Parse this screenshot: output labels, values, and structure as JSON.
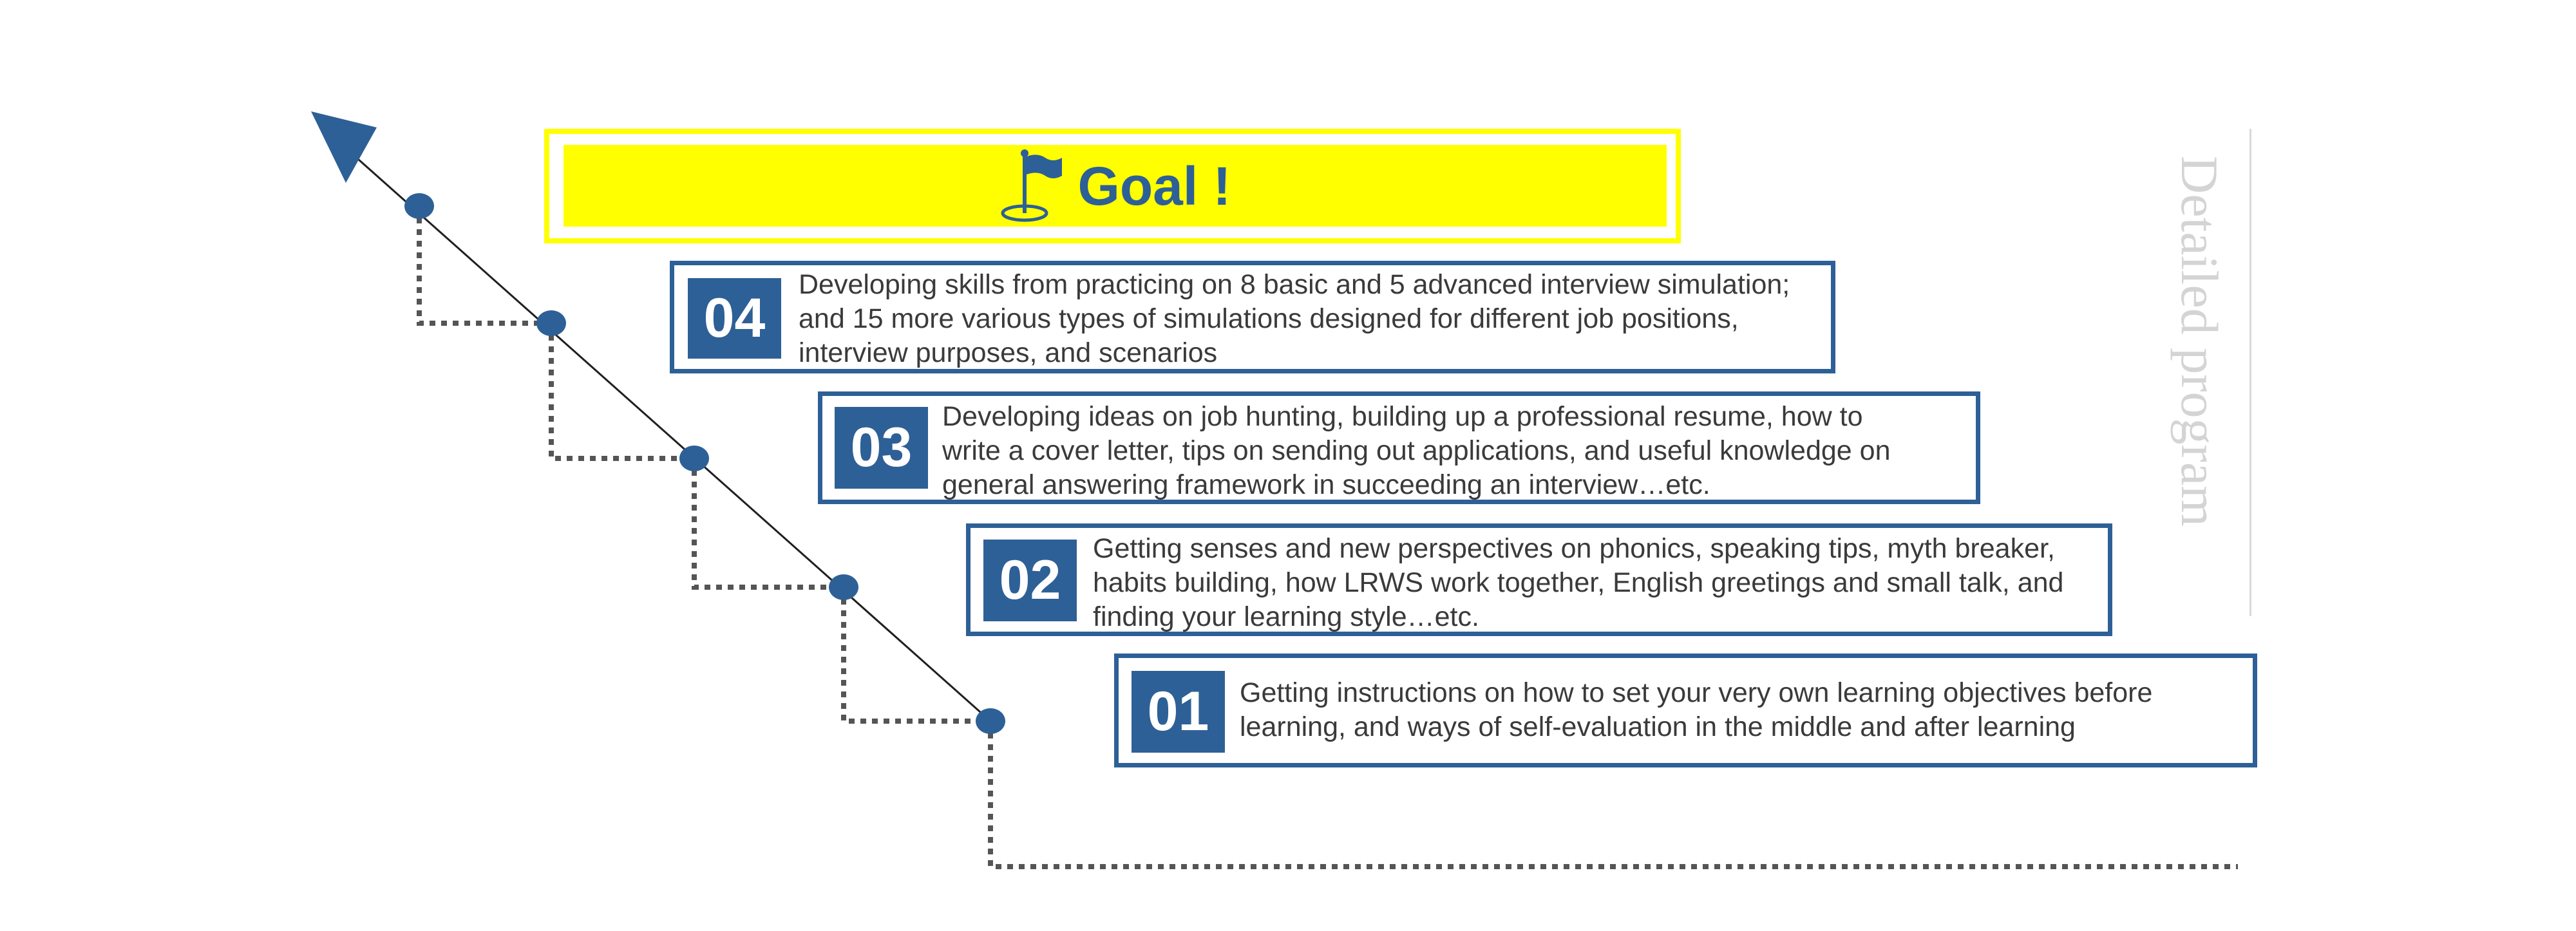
{
  "colors": {
    "accent": "#2d6096",
    "goal_highlight": "#ffff00",
    "text": "#3a3a3a",
    "side_label": "#d4d4d4",
    "connector": "#555555"
  },
  "goal": {
    "label": "Goal !",
    "icon": "flag-icon"
  },
  "side_label": "Detailed program",
  "steps": [
    {
      "number": "04",
      "lines": [
        "Developing skills from practicing on 8 basic and 5 advanced interview simulation;",
        "and 15 more various types of simulations designed for different job positions,",
        "interview purposes, and scenarios"
      ]
    },
    {
      "number": "03",
      "lines": [
        "Developing ideas on job hunting, building up a professional resume, how to",
        "write a cover letter, tips on sending out applications, and useful knowledge on",
        "general answering framework in succeeding an interview…etc."
      ]
    },
    {
      "number": "02",
      "lines": [
        "Getting senses and new perspectives on phonics, speaking tips, myth breaker,",
        "habits building, how LRWS work together, English greetings and small talk, and",
        "finding your learning style…etc."
      ]
    },
    {
      "number": "01",
      "lines": [
        "Getting instructions on how to set your very own learning objectives before",
        "learning, and ways of self-evaluation in the middle and after learning"
      ]
    }
  ]
}
